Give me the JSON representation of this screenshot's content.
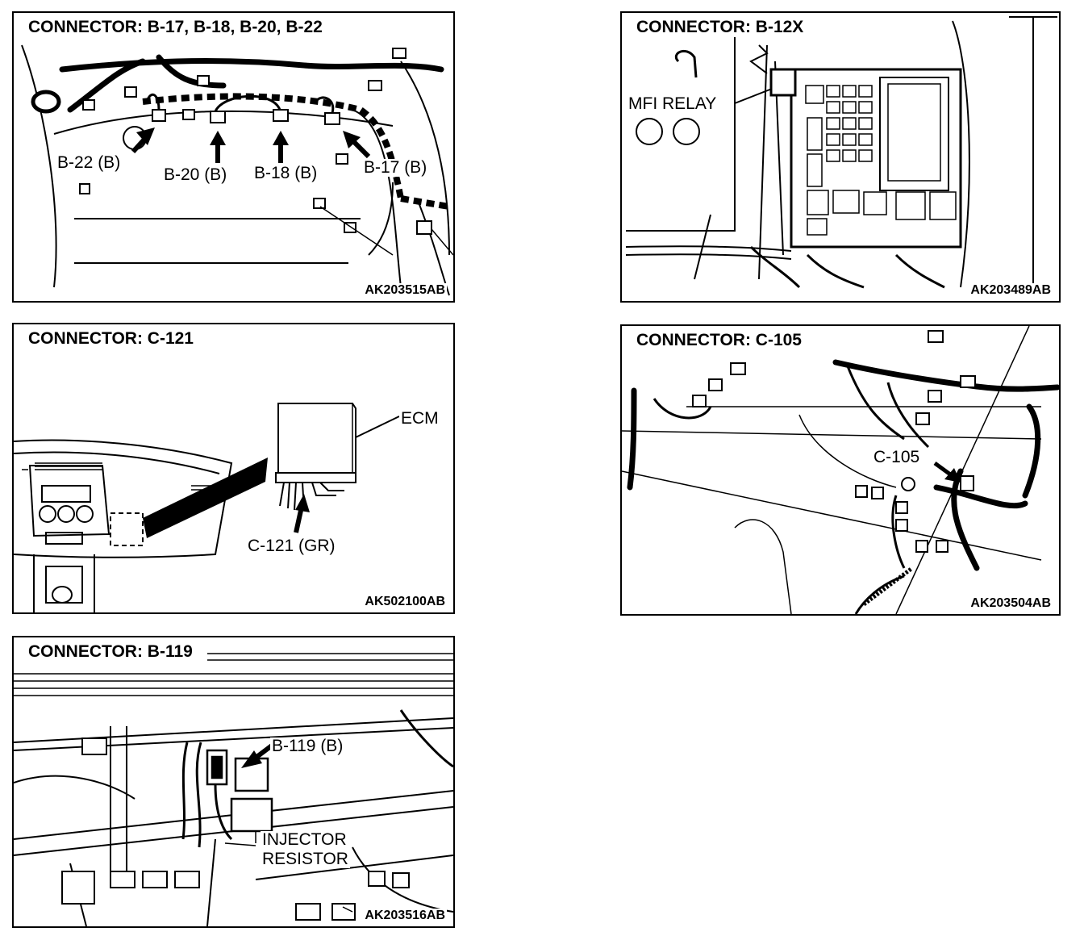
{
  "panels": {
    "p1": {
      "title": "CONNECTOR: B-17, B-18, B-20, B-22",
      "code": "AK203515AB",
      "labels": {
        "b22": "B-22 (B)",
        "b20": "B-20 (B)",
        "b18": "B-18 (B)",
        "b17": "B-17 (B)"
      }
    },
    "p2": {
      "title": "CONNECTOR: B-12X",
      "code": "AK203489AB",
      "labels": {
        "relay": "MFI RELAY"
      }
    },
    "p3": {
      "title": "CONNECTOR: C-121",
      "code": "AK502100AB",
      "labels": {
        "ecm": "ECM",
        "c121": "C-121 (GR)"
      }
    },
    "p4": {
      "title": "CONNECTOR: C-105",
      "code": "AK203504AB",
      "labels": {
        "c105": "C-105"
      }
    },
    "p5": {
      "title": "CONNECTOR: B-119",
      "code": "AK203516AB",
      "labels": {
        "b119": "B-119 (B)",
        "injector": "INJECTOR",
        "resistor": "RESISTOR"
      }
    }
  },
  "colors": {
    "ink": "#000000",
    "paper": "#ffffff"
  }
}
